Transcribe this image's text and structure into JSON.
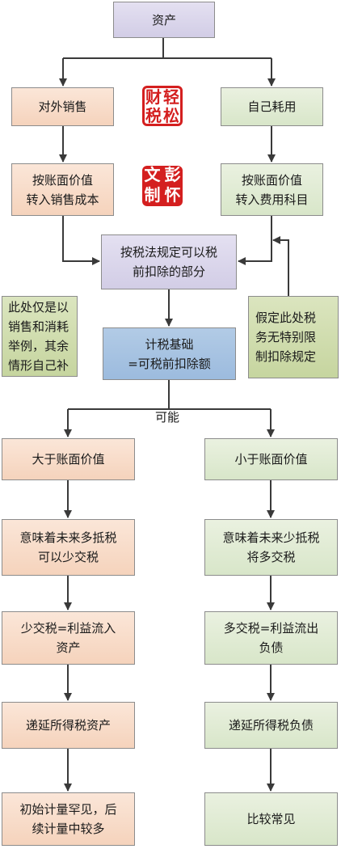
{
  "nodes": {
    "asset": "资产",
    "external_sale": "对外销售",
    "self_use": "自己耗用",
    "to_sales_cost": [
      "按账面价值",
      "转入销售成本"
    ],
    "to_expense": [
      "按账面价值",
      "转入费用科目"
    ],
    "tax_deductible": [
      "按税法规定可以税",
      "前扣除的部分"
    ],
    "note_left": [
      "此处仅是以",
      "销售和消耗",
      "举例，其余",
      "情形自己补"
    ],
    "note_right": [
      "假定此处税",
      "务无特别限",
      "制扣除规定"
    ],
    "tax_base": [
      "计税基础",
      "=可税前扣除额"
    ],
    "greater": "大于账面价值",
    "less": "小于账面价值",
    "less_tax_future": [
      "意味着未来多抵税",
      "可以少交税"
    ],
    "more_tax_future": [
      "意味着未来少抵税",
      "将多交税"
    ],
    "benefit_in": [
      "少交税=利益流入",
      "资产"
    ],
    "benefit_out": [
      "多交税=利益流出",
      "负债"
    ],
    "deferred_asset": "递延所得税资产",
    "deferred_liability": "递延所得税负债",
    "asset_remark": [
      "初始计量罕见，后",
      "续计量中较多"
    ],
    "liability_remark": "比较常见"
  },
  "edge_label": "可能",
  "seals": {
    "seal1": [
      "财",
      "轻",
      "税",
      "松"
    ],
    "seal2": [
      "文",
      "彭",
      "制",
      "怀"
    ]
  },
  "colors": {
    "line": "#3a3a3a",
    "seal_red": "#d41f1f"
  }
}
